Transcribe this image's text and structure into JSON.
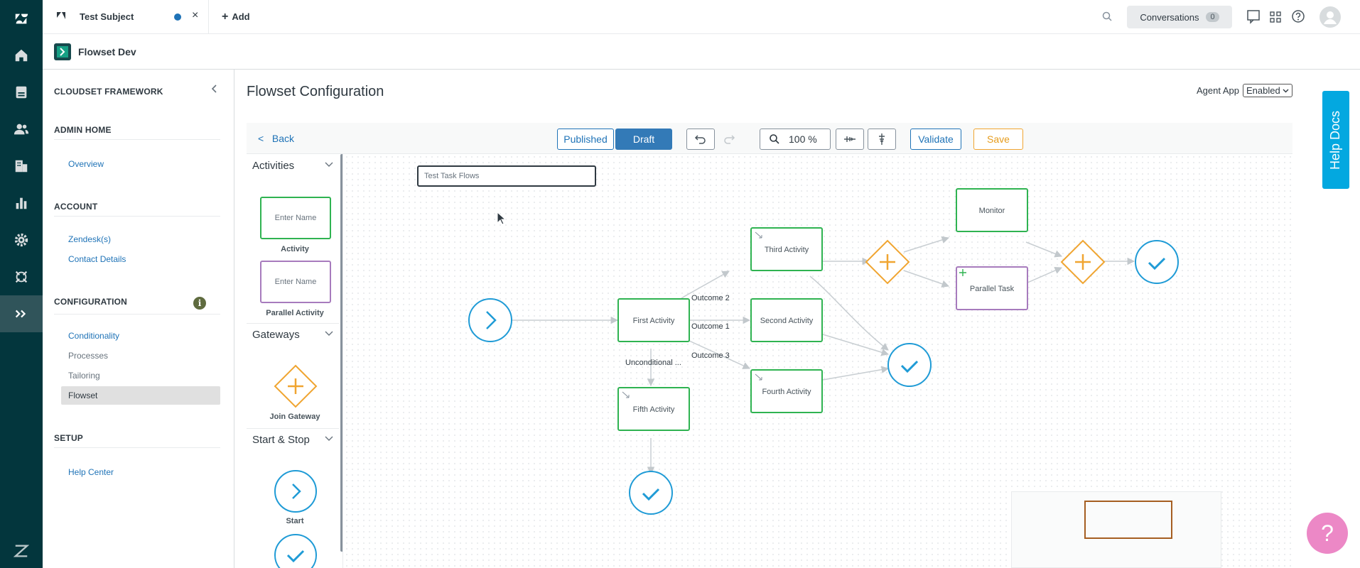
{
  "nav_rail": {
    "items": [
      {
        "icon": "zendesk-logo-icon"
      },
      {
        "icon": "home-icon"
      },
      {
        "icon": "views-icon"
      },
      {
        "icon": "customers-icon"
      },
      {
        "icon": "organizations-icon"
      },
      {
        "icon": "reporting-icon"
      },
      {
        "icon": "admin-icon"
      },
      {
        "icon": "apps-icon"
      },
      {
        "icon": "flowset-app-icon",
        "active": true
      }
    ],
    "footer_icon": "zendesk-z-icon"
  },
  "top_bar": {
    "tab": {
      "title": "Test Subject",
      "close": "×"
    },
    "add_label": "Add",
    "conversations": {
      "label": "Conversations",
      "count": "0"
    }
  },
  "product_header": {
    "title": "Flowset Dev"
  },
  "sidebar": {
    "title": "CLOUDSET FRAMEWORK",
    "sections": [
      {
        "heading": "ADMIN HOME",
        "links": [
          "Overview"
        ]
      },
      {
        "heading": "ACCOUNT",
        "links": [
          "Zendesk(s)",
          "Contact Details"
        ]
      },
      {
        "heading": "CONFIGURATION",
        "links": [
          "Conditionality",
          "Processes",
          "Tailoring",
          "Flowset"
        ]
      },
      {
        "heading": "SETUP",
        "links": [
          "Help Center"
        ]
      }
    ],
    "info_icon_text": "i"
  },
  "main": {
    "title": "Flowset Configuration",
    "agent_app": {
      "label": "Agent App",
      "value": "Enabled"
    },
    "toolbar": {
      "back": "Back",
      "published": "Published",
      "draft": "Draft",
      "zoom": "100 %",
      "validate": "Validate",
      "save": "Save"
    }
  },
  "palette": {
    "activities": {
      "heading": "Activities",
      "items": [
        {
          "placeholder": "Enter Name",
          "label": "Activity"
        },
        {
          "placeholder": "Enter Name",
          "label": "Parallel Activity"
        }
      ]
    },
    "gateways": {
      "heading": "Gateways",
      "items": [
        {
          "label": "Join Gateway"
        }
      ]
    },
    "start_stop": {
      "heading": "Start & Stop",
      "items": [
        {
          "label": "Start"
        }
      ]
    }
  },
  "canvas": {
    "task_name": "Test Task Flows",
    "nodes": {
      "first": "First Activity",
      "second": "Second Activity",
      "third": "Third Activity",
      "fourth": "Fourth Activity",
      "fifth": "Fifth Activity",
      "monitor": "Monitor",
      "parallel": "Parallel Task"
    },
    "edges": {
      "outcome1": "Outcome 1",
      "outcome2": "Outcome 2",
      "outcome3": "Outcome 3",
      "unconditional": "Unconditional ..."
    }
  },
  "help_docs": "Help Docs",
  "help_fab": "?",
  "colors": {
    "rail": "#03363d",
    "activity_border": "#2fb351",
    "parallel_border": "#a77bbd",
    "gateway": "#f0a531",
    "start_stop": "#1f9bd6",
    "link": "#1f73b7"
  }
}
